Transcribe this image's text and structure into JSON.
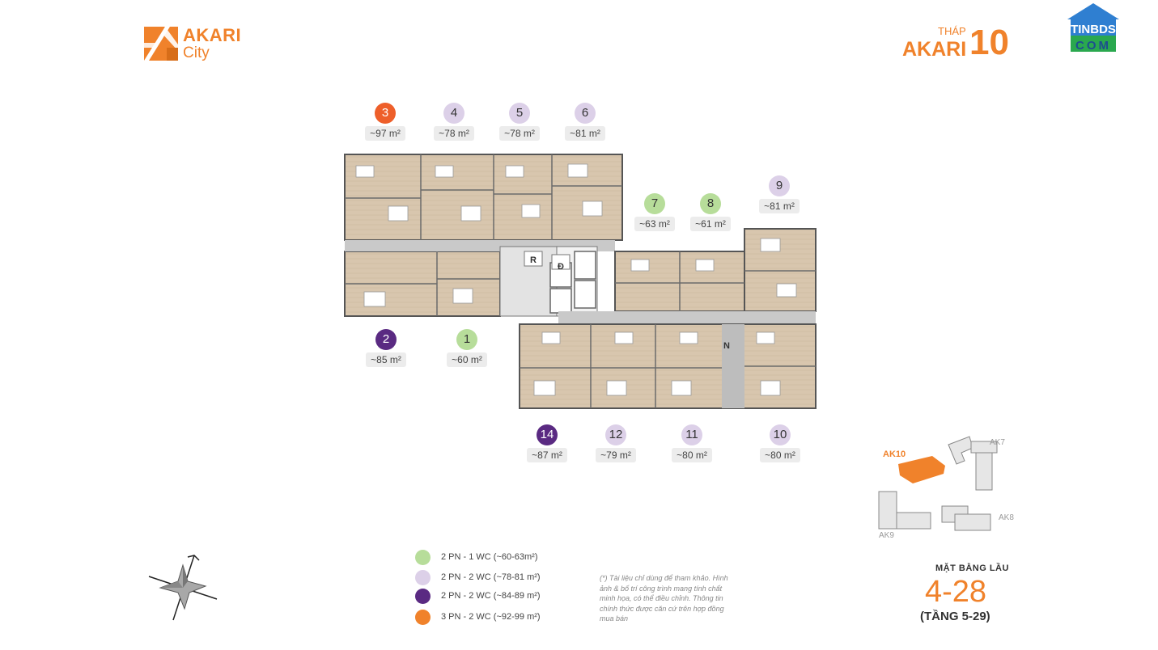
{
  "brand": {
    "line1": "AKARI",
    "line2": "City",
    "color": "#f0822b"
  },
  "tower": {
    "label": "THÁP",
    "name": "AKARI",
    "number": "10"
  },
  "watermark": {
    "line1": "TINBDS",
    "line2": "COM"
  },
  "colors": {
    "green": "#b7dd9a",
    "lilac": "#dcd0e8",
    "purple": "#5a2a82",
    "orange": "#f0822b",
    "orange_unit": "#ee5f2a",
    "wood": "#d8c6ae",
    "corridor": "#c9c9c9"
  },
  "units": [
    {
      "id": "3",
      "area": "~97 m²",
      "color": "orange_unit"
    },
    {
      "id": "4",
      "area": "~78 m²",
      "color": "lilac"
    },
    {
      "id": "5",
      "area": "~78 m²",
      "color": "lilac"
    },
    {
      "id": "6",
      "area": "~81 m²",
      "color": "lilac"
    },
    {
      "id": "7",
      "area": "~63 m²",
      "color": "green"
    },
    {
      "id": "8",
      "area": "~61 m²",
      "color": "green"
    },
    {
      "id": "9",
      "area": "~81 m²",
      "color": "lilac"
    },
    {
      "id": "2",
      "area": "~85 m²",
      "color": "purple"
    },
    {
      "id": "1",
      "area": "~60 m²",
      "color": "green"
    },
    {
      "id": "14",
      "area": "~87 m²",
      "color": "purple"
    },
    {
      "id": "12",
      "area": "~79 m²",
      "color": "lilac"
    },
    {
      "id": "11",
      "area": "~80 m²",
      "color": "lilac"
    },
    {
      "id": "10",
      "area": "~80 m²",
      "color": "lilac"
    }
  ],
  "plan_labels": {
    "r": "R",
    "d": "Đ",
    "n": "N"
  },
  "legend": [
    {
      "label": "2 PN - 1 WC (~60-63m²)",
      "color": "green"
    },
    {
      "label": "2 PN - 2 WC (~78-81 m²)",
      "color": "lilac"
    },
    {
      "label": "2 PN - 2 WC (~84-89 m²)",
      "color": "purple"
    },
    {
      "label": "3 PN - 2 WC (~92-99 m²)",
      "color": "orange"
    }
  ],
  "note": "(*) Tài liệu chỉ dùng để tham khảo. Hình ảnh & bố trí công trình mang tính chất minh họa, có thể điều chỉnh. Thông tin chính thức được căn cứ trên hợp đồng mua bán",
  "keymap": {
    "ak10": "AK10",
    "ak7": "AK7",
    "ak8": "AK8",
    "ak9": "AK9"
  },
  "floor": {
    "title": "MẶT BẰNG LẦU",
    "range": "4-28",
    "sub": "(TẦNG 5-29)"
  }
}
